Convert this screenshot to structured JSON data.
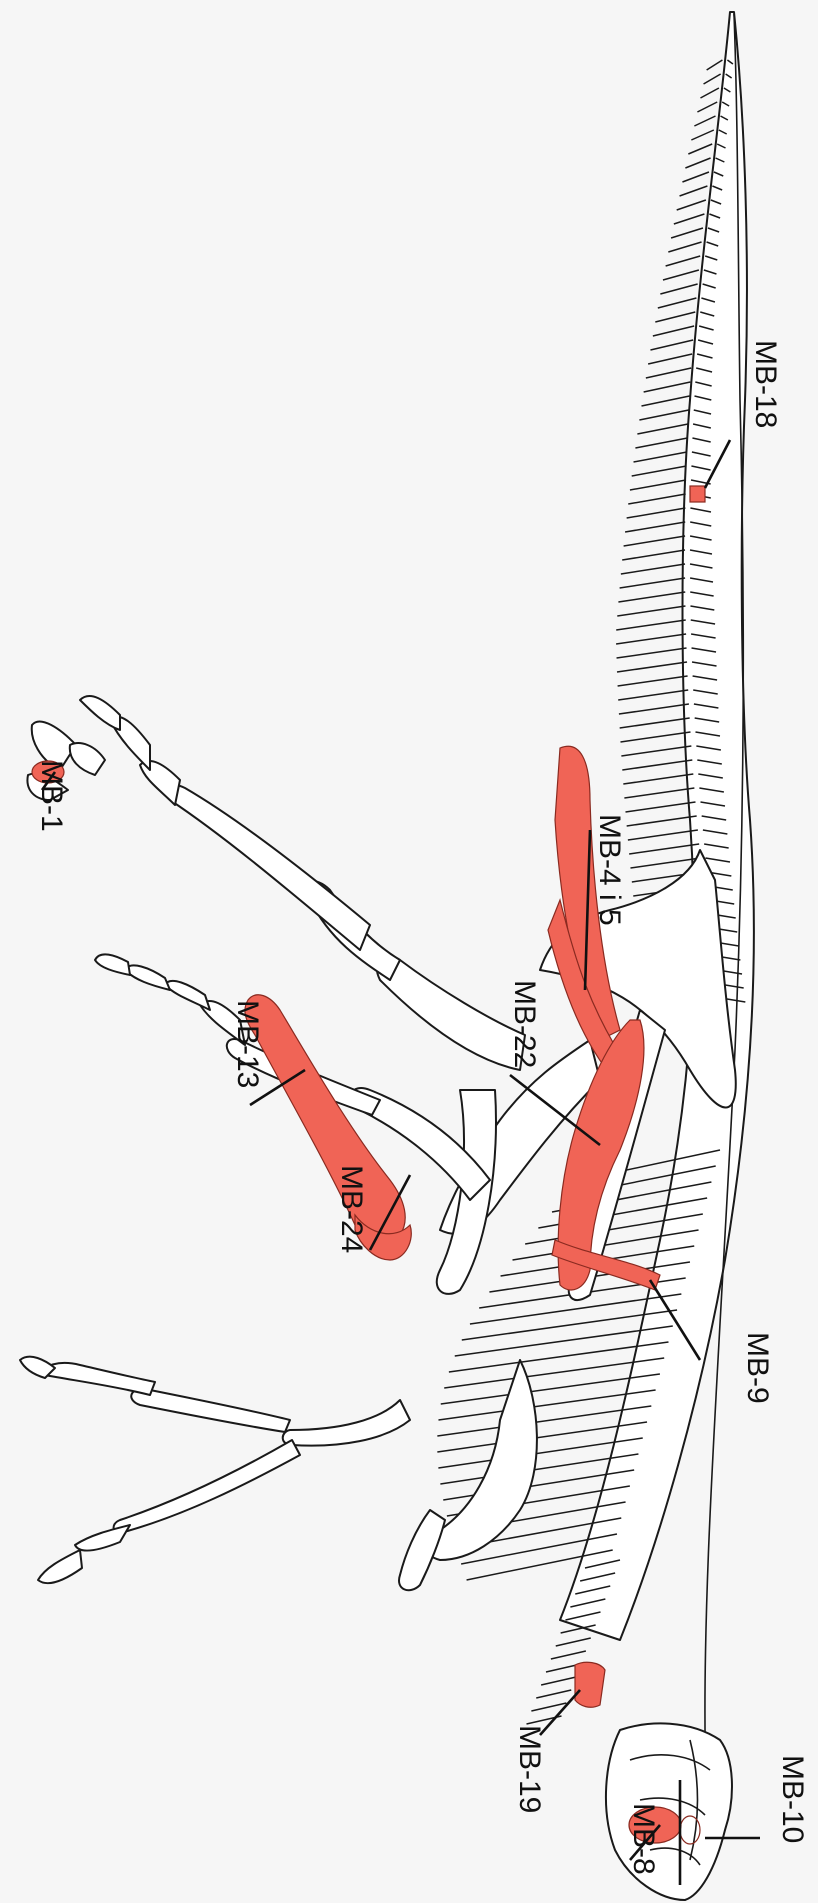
{
  "colors": {
    "highlight": "#f06456",
    "outline": "#1a1a1a",
    "background": "#f6f6f6"
  },
  "labels": {
    "mb1": "MB-1",
    "mb4_5": "MB-4 i 5",
    "mb8": "MB-8",
    "mb9": "MB-9",
    "mb10": "MB-10",
    "mb13": "MB-13",
    "mb18": "MB-18",
    "mb19": "MB-19",
    "mb22": "MB-22",
    "mb24": "MB-24"
  }
}
